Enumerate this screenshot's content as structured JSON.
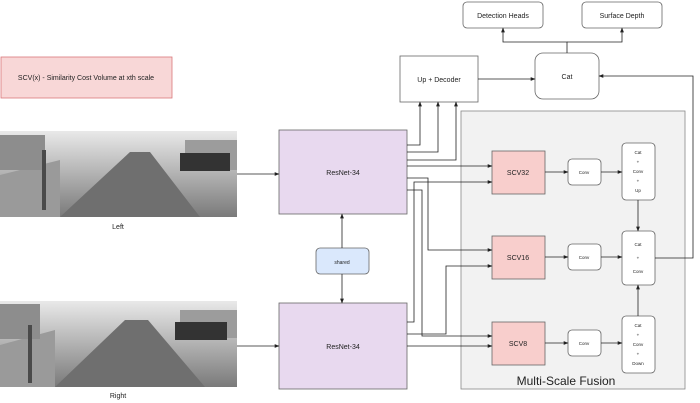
{
  "legend": {
    "text": "SCV(x) - Similarity Cost Volume at xth scale",
    "fill": "#f8d7d7",
    "stroke": "#d9787a"
  },
  "images": {
    "left_label": "Left",
    "right_label": "Right"
  },
  "nodes": {
    "detection_heads": "Detection Heads",
    "surface_depth": "Surface Depth",
    "up_decoder": "Up + Decoder",
    "cat_top": "Cat",
    "resnet_left": "ResNet-34",
    "resnet_right": "ResNet-34",
    "shared": "shared",
    "scv32": "SCV32",
    "scv16": "SCV16",
    "scv8": "SCV8",
    "conv_top": "Conv",
    "conv_mid": "Conv",
    "conv_bot": "Conv"
  },
  "stacks": {
    "top": [
      "Cat",
      "+",
      "Conv",
      "+",
      "Up"
    ],
    "mid": [
      "Cat",
      "+",
      "Conv"
    ],
    "bot": [
      "Cat",
      "+",
      "Conv",
      "+",
      "Down"
    ]
  },
  "fusion_panel": {
    "label": "Multi-Scale Fusion",
    "fill": "#f2f2f2"
  },
  "colors": {
    "resnet_fill": "#e8d9ef",
    "resnet_stroke": "#a98cbf",
    "shared_fill": "#dae8fc",
    "shared_stroke": "#6c8ebf",
    "scv_fill": "#f8cecc",
    "scv_stroke": "#b85450"
  }
}
